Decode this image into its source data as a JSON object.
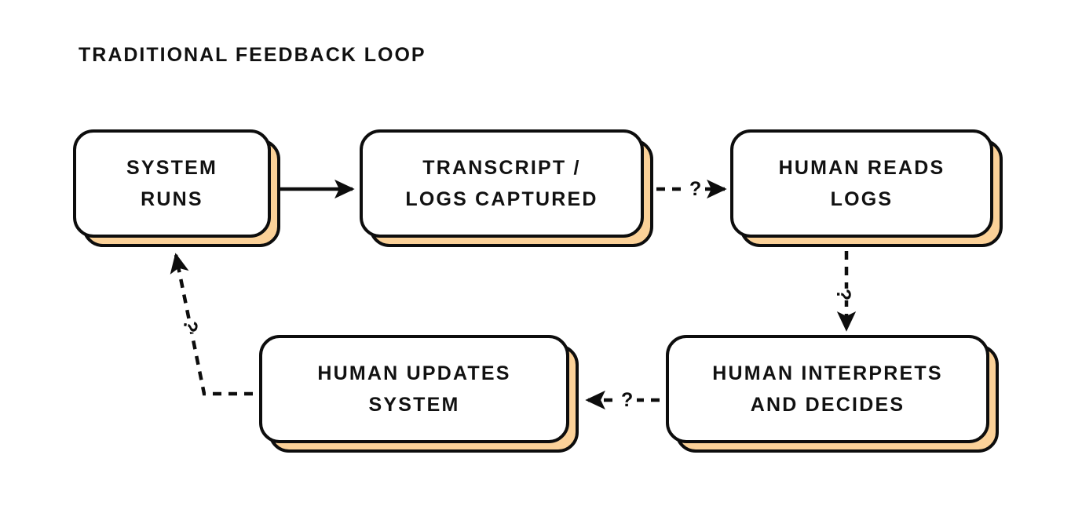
{
  "diagram": {
    "title": "TRADITIONAL FEEDBACK LOOP",
    "type": "flowchart-loop",
    "colors": {
      "background": "#ffffff",
      "node_fill": "#ffffff",
      "node_stroke": "#0d0d0d",
      "shadow_fill": "#fbd198",
      "text": "#111111"
    },
    "nodes": [
      {
        "id": "system-runs",
        "label": "SYSTEM\nRUNS",
        "line1": "SYSTEM",
        "line2": "RUNS"
      },
      {
        "id": "transcript-logs-captured",
        "label": "TRANSCRIPT /\nLOGS CAPTURED",
        "line1": "TRANSCRIPT /",
        "line2": "LOGS CAPTURED"
      },
      {
        "id": "human-reads-logs",
        "label": "HUMAN READS\nLOGS",
        "line1": "HUMAN READS",
        "line2": "LOGS"
      },
      {
        "id": "human-interprets-and-decides",
        "label": "HUMAN INTERPRETS\nAND DECIDES",
        "line1": "HUMAN INTERPRETS",
        "line2": "AND DECIDES"
      },
      {
        "id": "human-updates-system",
        "label": "HUMAN UPDATES\nSYSTEM",
        "line1": "HUMAN UPDATES",
        "line2": "SYSTEM"
      }
    ],
    "connectors": [
      {
        "id": "system-runs-to-transcript",
        "from": "system-runs",
        "to": "transcript-logs-captured",
        "style": "solid",
        "label": ""
      },
      {
        "id": "transcript-to-human-reads",
        "from": "transcript-logs-captured",
        "to": "human-reads-logs",
        "style": "dashed",
        "label": "?"
      },
      {
        "id": "human-reads-to-human-interprets",
        "from": "human-reads-logs",
        "to": "human-interprets-and-decides",
        "style": "dashed",
        "label": "?"
      },
      {
        "id": "human-interprets-to-human-updates",
        "from": "human-interprets-and-decides",
        "to": "human-updates-system",
        "style": "dashed",
        "label": "?"
      },
      {
        "id": "human-updates-to-system-runs",
        "from": "human-updates-system",
        "to": "system-runs",
        "style": "dashed",
        "label": "?"
      }
    ]
  }
}
